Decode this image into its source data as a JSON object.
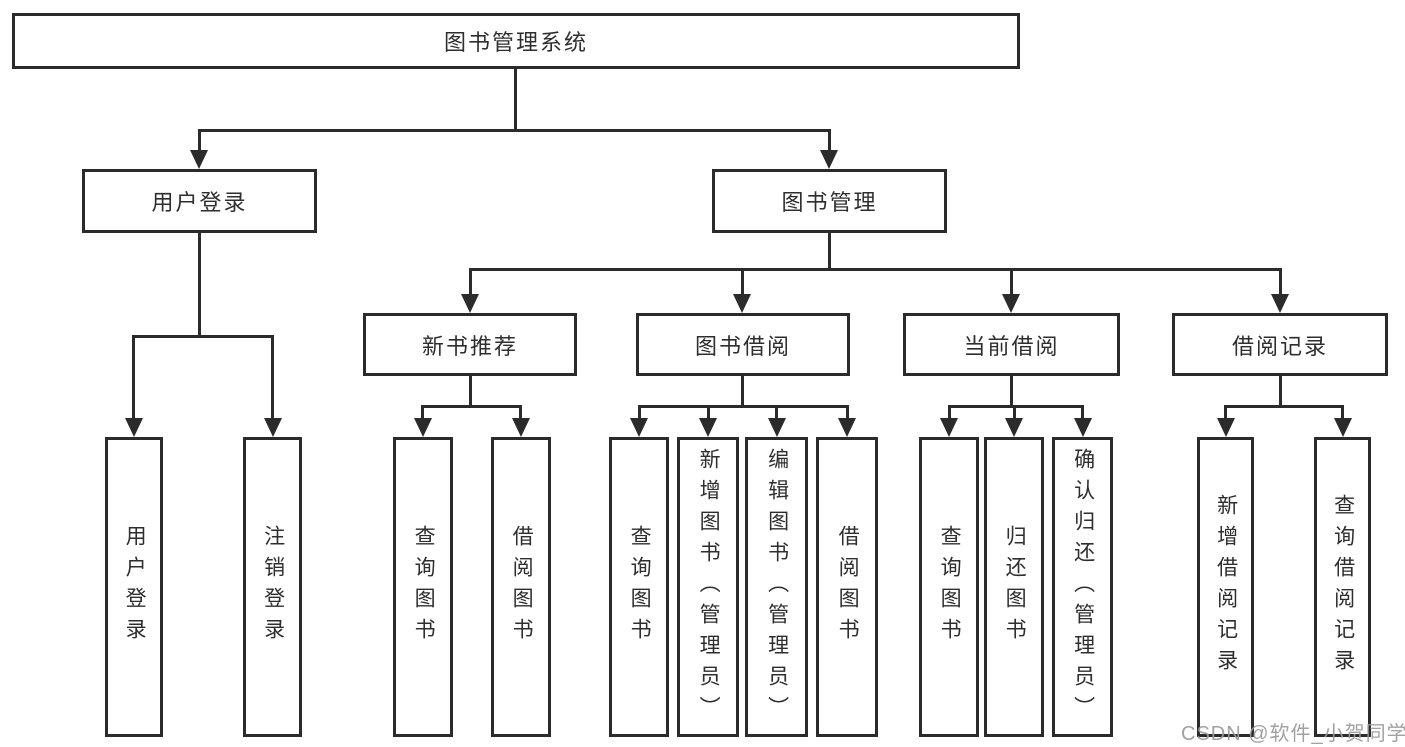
{
  "diagram": {
    "title": "图书管理系统",
    "watermark": "CSDN @软件_小贺同学",
    "colors": {
      "background": "#ffffff",
      "line": "#2b2b2b",
      "text": "#2e2e2e",
      "watermark": "#9a9a9a"
    },
    "nodes": {
      "root": {
        "label": "图书管理系统",
        "children": [
          "user_login",
          "book_mgmt"
        ]
      },
      "user_login": {
        "label": "用户登录",
        "children": [
          "leaf_user_login",
          "leaf_logout"
        ]
      },
      "book_mgmt": {
        "label": "图书管理",
        "children": [
          "new_book_rec",
          "book_borrow",
          "current_borrow",
          "borrow_records"
        ]
      },
      "new_book_rec": {
        "label": "新书推荐",
        "children": [
          "leaf_nbr_query",
          "leaf_nbr_borrow"
        ]
      },
      "book_borrow": {
        "label": "图书借阅",
        "children": [
          "leaf_bb_query",
          "leaf_bb_add",
          "leaf_bb_edit",
          "leaf_bb_borrow"
        ]
      },
      "current_borrow": {
        "label": "当前借阅",
        "children": [
          "leaf_cb_query",
          "leaf_cb_return",
          "leaf_cb_confirm"
        ]
      },
      "borrow_records": {
        "label": "借阅记录",
        "children": [
          "leaf_br_add",
          "leaf_br_query"
        ]
      },
      "leaf_user_login": {
        "label": "用户登录"
      },
      "leaf_logout": {
        "label": "注销登录"
      },
      "leaf_nbr_query": {
        "label": "查询图书"
      },
      "leaf_nbr_borrow": {
        "label": "借阅图书"
      },
      "leaf_bb_query": {
        "label": "查询图书"
      },
      "leaf_bb_add": {
        "label": "新增图书（管理员）"
      },
      "leaf_bb_edit": {
        "label": "编辑图书（管理员）"
      },
      "leaf_bb_borrow": {
        "label": "借阅图书"
      },
      "leaf_cb_query": {
        "label": "查询图书"
      },
      "leaf_cb_return": {
        "label": "归还图书"
      },
      "leaf_cb_confirm": {
        "label": "确认归还（管理员）"
      },
      "leaf_br_add": {
        "label": "新增借阅记录"
      },
      "leaf_br_query": {
        "label": "查询借阅记录"
      }
    }
  }
}
